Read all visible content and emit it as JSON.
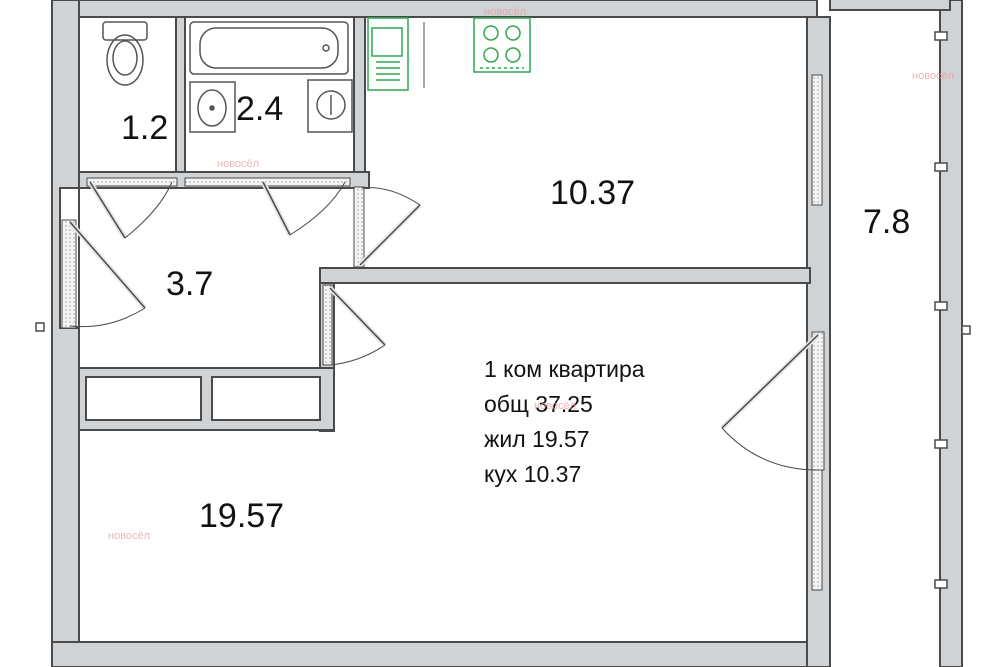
{
  "rooms": {
    "toilet": "1.2",
    "bathroom": "2.4",
    "kitchen": "10.37",
    "balcony": "7.8",
    "hall": "3.7",
    "living": "19.57"
  },
  "info": {
    "line1": "1 ком квартира",
    "line2": "общ 37.25",
    "line3": "жил 19.57",
    "line4": "кух 10.37"
  },
  "watermark": {
    "text": "новосёл"
  },
  "colors": {
    "wall": "#cfd3d6",
    "wall_stroke": "#4a4a4a",
    "fixture": "#2fa84f",
    "watermark": "#e79b9b"
  },
  "icons": [
    "toilet-icon",
    "bathtub-icon",
    "washbasin-icon",
    "washing-machine-icon",
    "kitchen-sink-icon",
    "stove-icon"
  ]
}
